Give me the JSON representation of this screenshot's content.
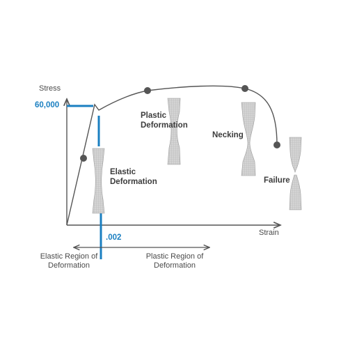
{
  "labels": {
    "y_axis": "Stress",
    "x_axis": "Strain",
    "stress_value": "60,000",
    "strain_offset": ".002",
    "plastic_deformation": "Plastic\nDeformation",
    "elastic_deformation": "Elastic\nDeformation",
    "necking": "Necking",
    "failure": "Failure",
    "elastic_region": "Elastic Region of\nDeformation",
    "plastic_region": "Plastic Region of\nDeformation"
  },
  "colors": {
    "axis": "#555555",
    "curve": "#555555",
    "accent": "#1a7fc1",
    "point": "#555555",
    "specimen": "#c8c8c8",
    "specimen_edge": "#9a9a9a"
  },
  "icons": [
    "specimen-elastic-icon",
    "specimen-plastic-icon",
    "specimen-necking-icon",
    "specimen-failure-icon"
  ]
}
